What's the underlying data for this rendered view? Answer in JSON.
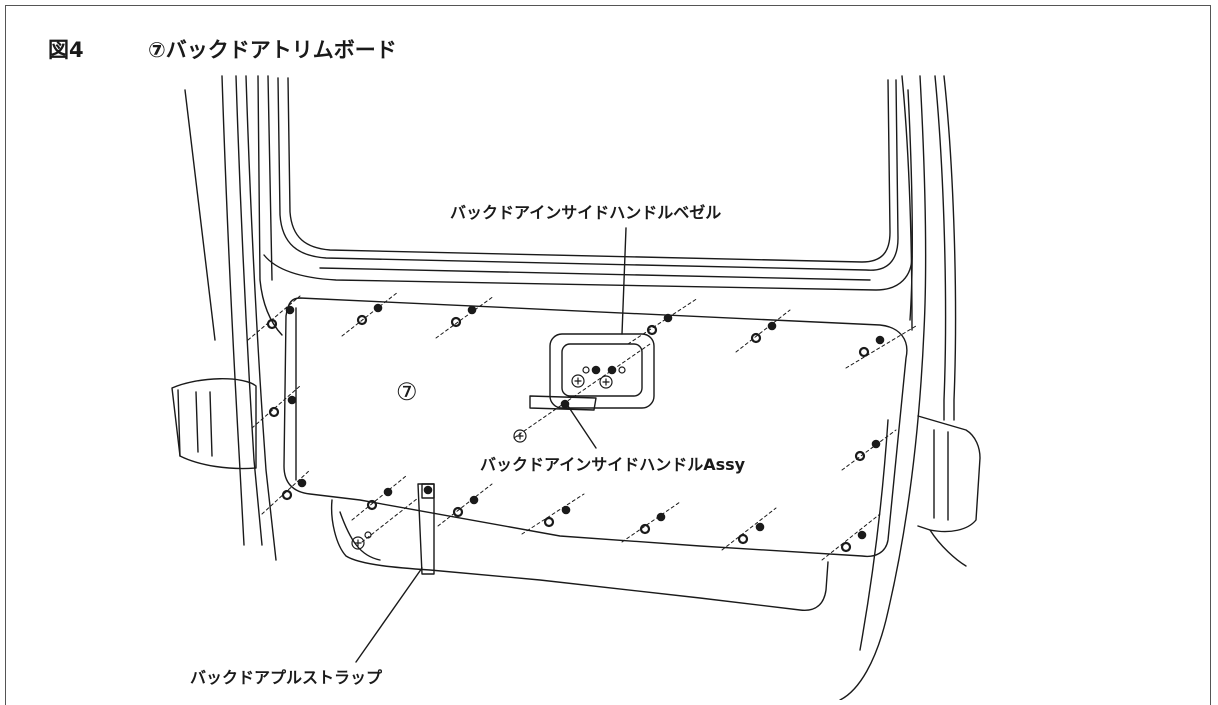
{
  "figure": {
    "number": "図4",
    "title": "⑦バックドアトリムボード"
  },
  "callouts": {
    "part_number": "⑦",
    "bezel_label": "バックドアインサイドハンドルベゼル",
    "handle_label": "バックドアインサイドハンドルAssy",
    "strap_label": "バックドアプルストラップ"
  },
  "icons": {
    "clip": "clip-icon",
    "screw": "screw-icon"
  },
  "colors": {
    "line": "#1a1a1a",
    "frame": "#555555"
  }
}
